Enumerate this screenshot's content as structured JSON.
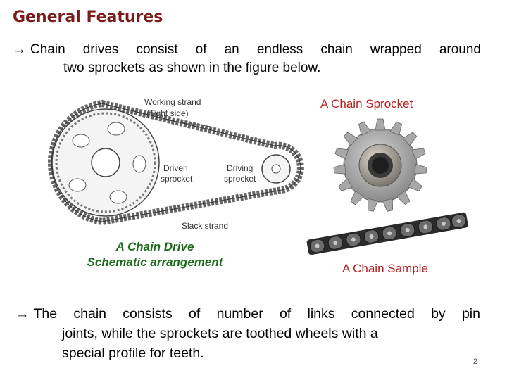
{
  "title": "General Features",
  "para1": {
    "arrow": "→",
    "line1": "Chain drives consist of an endless chain wrapped around",
    "line2": "two sprockets as shown in the figure below."
  },
  "drive_figure": {
    "working_strand": "Working strand",
    "tight_side": "(Tight side)",
    "driven": "Driven",
    "sprocket": "sprocket",
    "driving": "Driving",
    "sprocket2": "sprocket",
    "slack_strand": "Slack strand"
  },
  "captions": {
    "drive_line1": "A Chain Drive",
    "drive_line2": "Schematic arrangement",
    "sprocket": "A  Chain Sprocket",
    "sample": "A  Chain Sample"
  },
  "para2": {
    "arrow": "→",
    "line1": "The chain consists of number of links connected by pin",
    "line2": "joints, while the sprockets are toothed wheels with a",
    "line3": "special profile for teeth."
  },
  "page_number": "2",
  "colors": {
    "title": "#7a1c1c",
    "caption_red": "#b22222",
    "caption_green": "#1d6b1d"
  }
}
